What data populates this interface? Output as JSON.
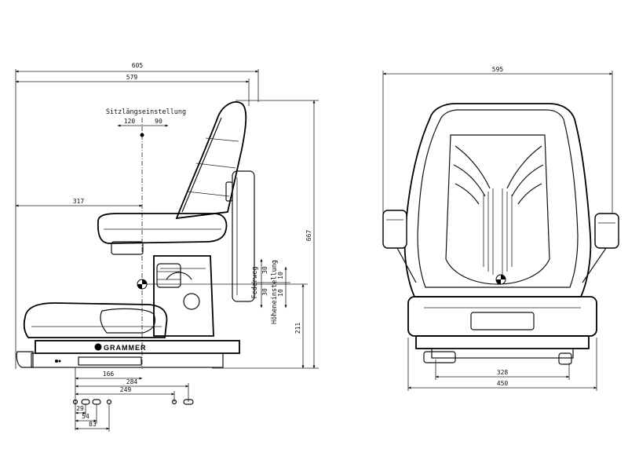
{
  "side_view": {
    "dims": {
      "overall_width": "605",
      "width_579": "579",
      "fwd_adjust": "120",
      "back_adjust": "90",
      "depth_317": "317",
      "height_667": "667",
      "height_211": "211",
      "susp_30a": "30",
      "susp_30b": "30",
      "hgt_10a": "10",
      "hgt_10b": "10",
      "base_166": "166",
      "base_284": "284",
      "base_249": "249",
      "hole_29": "29",
      "hole_54": "54",
      "hole_83": "83"
    },
    "labels": {
      "fore_aft_adjustment": "Sitzlängseinstellung",
      "suspension_travel": "Federweg",
      "height_adjustment": "Höheneinstellung"
    },
    "brand": "GRAMMER"
  },
  "front_view": {
    "dims": {
      "overall_width": "595",
      "rail_width": "328",
      "base_width": "450"
    }
  }
}
